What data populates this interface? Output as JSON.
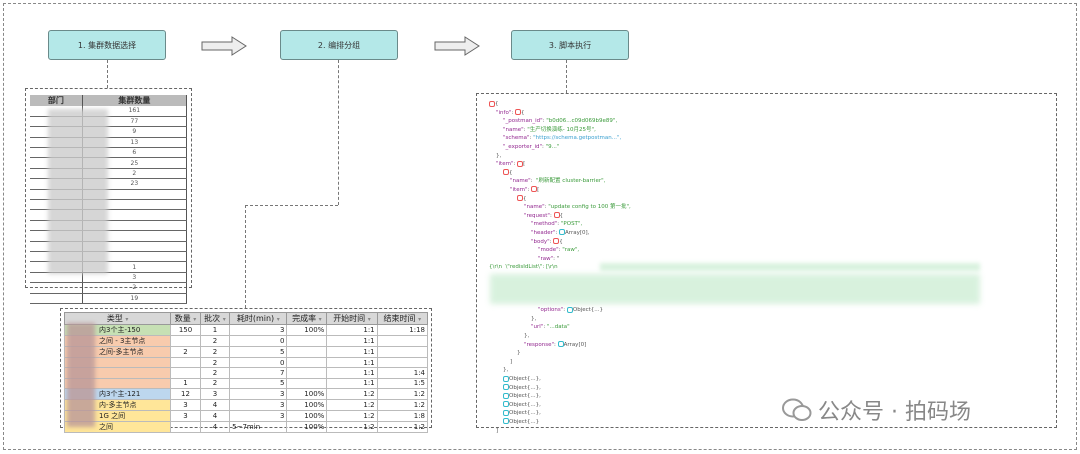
{
  "steps": [
    {
      "label": "1. 集群数据选择"
    },
    {
      "label": "2. 编排分组"
    },
    {
      "label": "3. 脚本执行"
    }
  ],
  "cluster_table": {
    "headers": [
      "部门",
      "集群数量"
    ],
    "values": [
      "161",
      "77",
      "9",
      "13",
      "6",
      "25",
      "2",
      "23",
      "",
      "",
      "",
      "",
      "",
      "",
      "",
      "1",
      "3",
      "2",
      "19"
    ]
  },
  "group_table": {
    "headers": [
      "类型",
      "数量",
      "批次",
      "耗时(min)",
      "完成率",
      "开始时间",
      "结束时间"
    ],
    "rows": [
      {
        "type": "内3个主-150",
        "count": "150",
        "batch": "1",
        "time": "3",
        "rate": "100%",
        "start": "1:1",
        "end": "1:18",
        "color": "#c6e0b4"
      },
      {
        "type": "之间 - 3主节点",
        "count": "",
        "batch": "2",
        "time": "0",
        "rate": "",
        "start": "1:1",
        "end": "",
        "color": "#f8cbad"
      },
      {
        "type": "之间-多主节点",
        "count": "2",
        "batch": "2",
        "time": "5",
        "rate": "",
        "start": "1:1",
        "end": "",
        "color": "#f8cbad"
      },
      {
        "type": "",
        "count": "",
        "batch": "2",
        "time": "0",
        "rate": "",
        "start": "1:1",
        "end": "",
        "color": "#f8cbad"
      },
      {
        "type": "",
        "count": "",
        "batch": "2",
        "time": "7",
        "rate": "",
        "start": "1:1",
        "end": "1:4",
        "color": "#f8cbad"
      },
      {
        "type": "",
        "count": "1",
        "batch": "2",
        "time": "5",
        "rate": "",
        "start": "1:1",
        "end": "1:5",
        "color": "#f8cbad"
      },
      {
        "type": "内3个主-121",
        "count": "12",
        "batch": "3",
        "time": "3",
        "rate": "100%",
        "start": "1:2",
        "end": "1:2",
        "color": "#bdd7ee"
      },
      {
        "type": "内-多主节点",
        "count": "3",
        "batch": "4",
        "time": "3",
        "rate": "100%",
        "start": "1:2",
        "end": "1:2",
        "color": "#ffe699"
      },
      {
        "type": "1G 之间",
        "count": "3",
        "batch": "4",
        "time": "3",
        "rate": "100%",
        "start": "1:2",
        "end": "1:8",
        "color": "#ffe699"
      },
      {
        "type": "之间",
        "count": "",
        "batch": "4",
        "time": "5~7min",
        "rate": "100%",
        "start": "1:2",
        "end": "1:2",
        "color": "#ffe699"
      }
    ]
  },
  "json_view": {
    "info_key": "\"info\"",
    "postman_id_key": "\"_postman_id\"",
    "postman_id_val": "\"b0d06...c09d069b9e89\",",
    "name_key": "\"name\"",
    "name_val": "\"生产切换演练- 10月25号\",",
    "schema_key": "\"schema\"",
    "schema_val": "\"https://schema.getpostman...\",",
    "exporter_key": "\"_exporter_id\"",
    "exporter_val": "\"9...\"",
    "item_key": "\"item\"",
    "item_name_val": "\"刷新配置 cluster-barrier\",",
    "sub_name_val": "\"update config to 100 第一批\",",
    "request_key": "\"request\"",
    "method_key": "\"method\"",
    "method_val": "\"POST\",",
    "header_key": "\"header\"",
    "array0": "Array[0]",
    "body_key": "\"body\"",
    "mode_key": "\"mode\"",
    "mode_val": "\"raw\",",
    "raw_key": "\"raw\"",
    "raw_val": "{\\r\\n  \\\"redisIdList\\\": [\\r\\n",
    "options_key": "\"options\"",
    "object_collapsed": "Object{...}",
    "url_key": "\"url\"",
    "url_val": "\"...data\"",
    "response_key": "\"response\"",
    "collapsed_items": [
      "Object{...},",
      "Object{...},",
      "Object{...},",
      "Object{...},",
      "Object{...},",
      "Object{...}"
    ]
  },
  "watermark": {
    "text": "公众号 · 拍码场",
    "icon": "wechat-icon"
  }
}
